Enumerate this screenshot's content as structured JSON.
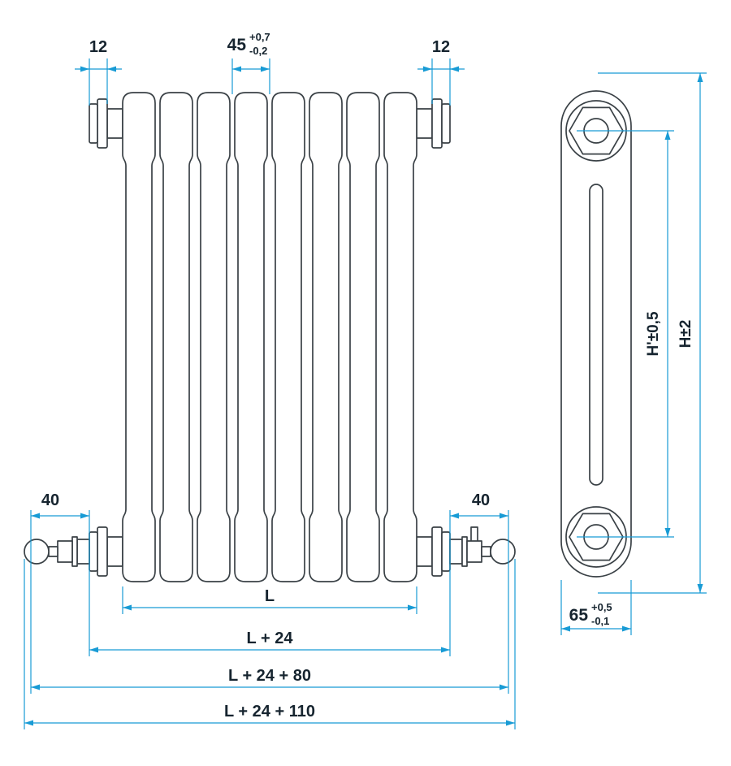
{
  "meta": {
    "type": "technical-drawing",
    "subject": "multi-column tubular radiator dimensional diagram, front view and side view"
  },
  "colors": {
    "dimension_line": "#189bd5",
    "drawing_line": "#3a4146",
    "text": "#16242f",
    "background": "#ffffff"
  },
  "dimensions": {
    "nipple_left": "12",
    "nipple_right": "12",
    "pitch_value": "45",
    "pitch_tol_plus": "+0,7",
    "pitch_tol_minus": "-0,2",
    "valve_left": "40",
    "valve_right": "40",
    "length": "L",
    "length_plus_24": "L + 24",
    "length_plus_24_80": "L + 24 + 80",
    "length_plus_24_110": "L + 24 + 110",
    "height_axis": "H'±0,5",
    "height_overall": "H±2",
    "depth_value": "65",
    "depth_tol_plus": "+0,5",
    "depth_tol_minus": "-0,1"
  }
}
